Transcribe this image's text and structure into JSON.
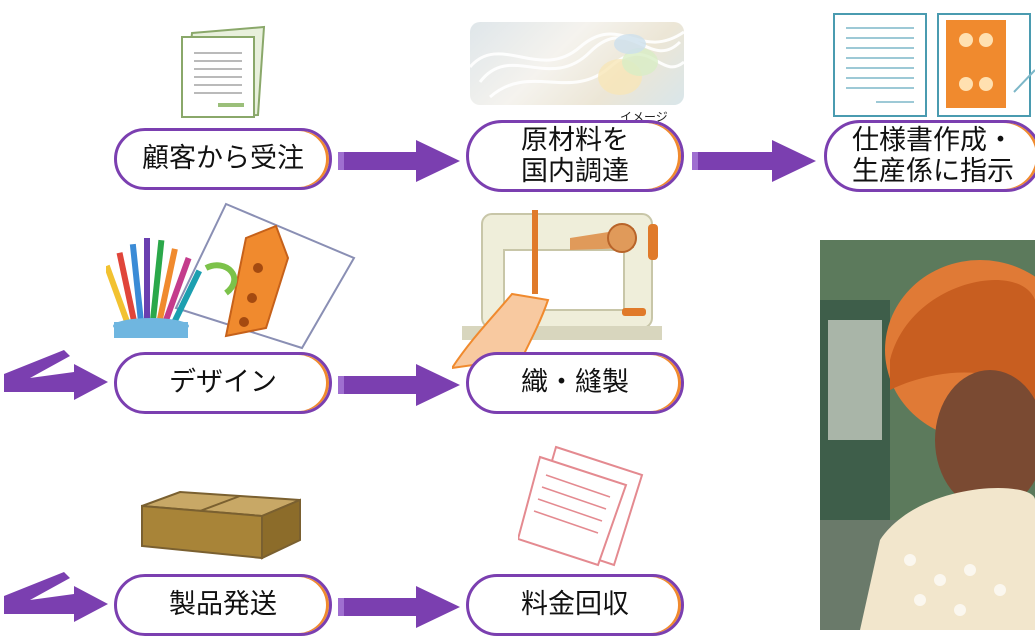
{
  "steps": {
    "order": [
      "顧客から受注"
    ],
    "material": [
      "原材料を",
      "国内調達"
    ],
    "spec": [
      "仕様書作成・",
      "生産係に指示"
    ],
    "design": [
      "デザイン"
    ],
    "weave": [
      "織・縫製"
    ],
    "ship": [
      "製品発送"
    ],
    "payment": [
      "料金回収"
    ]
  },
  "captions": {
    "image_note": "イメージ"
  },
  "colors": {
    "border": "#7b3fb0",
    "accent": "#f08a2e",
    "arrow": "#7b3fb0"
  }
}
